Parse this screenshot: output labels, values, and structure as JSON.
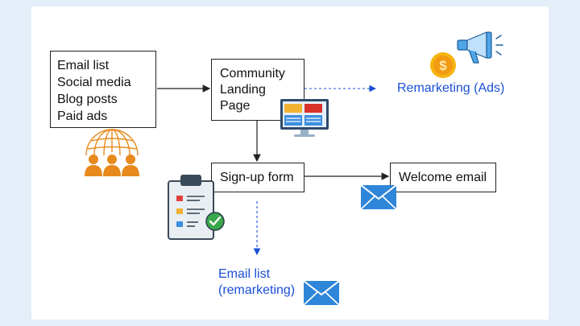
{
  "nodes": {
    "sources": "Email list\nSocial media\nBlog posts\nPaid ads",
    "landing": "Community\nLanding\nPage",
    "signup": "Sign-up form",
    "welcome": "Welcome email",
    "remarketing_ads": "Remarketing (Ads)",
    "email_remarketing": "Email list\n(remarketing)"
  },
  "icons": {
    "audience": "audience-globe-icon",
    "monitor": "monitor-icon",
    "megaphone": "megaphone-icon",
    "coin": "dollar-coin-icon",
    "clipboard": "clipboard-checklist-icon",
    "envelope": "envelope-icon"
  },
  "colors": {
    "background": "#e4eef8",
    "label_blue": "#1a4fd6",
    "orange": "#e8891d",
    "envelope_blue": "#2f86d8"
  }
}
